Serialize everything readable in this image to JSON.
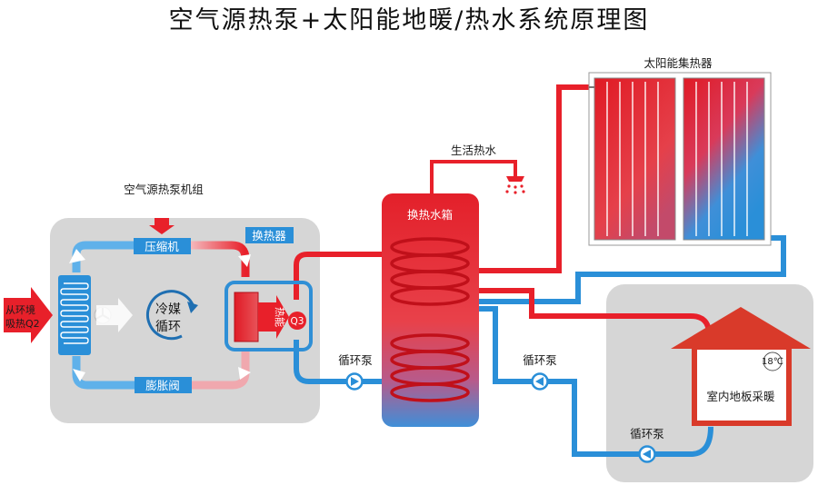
{
  "title": "空气源热泵+太阳能地暖/热水系统原理图",
  "heat_pump": {
    "unit_label": "空气源热泵机组",
    "compressor": "压缩机",
    "expansion_valve": "膨胀阀",
    "heat_exchanger": "换热器",
    "refrigerant_line1": "冷媒",
    "refrigerant_line2": "循环",
    "ambient_line1": "从环境",
    "ambient_line2": "吸热Q2",
    "heat_energy": "热能",
    "q3": "Q3"
  },
  "tank": {
    "label": "换热水箱",
    "domestic_hot_water": "生活热水"
  },
  "solar": {
    "label": "太阳能集热器"
  },
  "pumps": [
    "循环泵",
    "循环泵",
    "循环泵"
  ],
  "floor_heating": {
    "label": "室内地板采暖",
    "temperature": "18℃"
  },
  "colors": {
    "hot": "#e8202a",
    "cold": "#2a8fd8",
    "panel": "#d6d6d6",
    "accent_blue": "#2f8fd6"
  }
}
